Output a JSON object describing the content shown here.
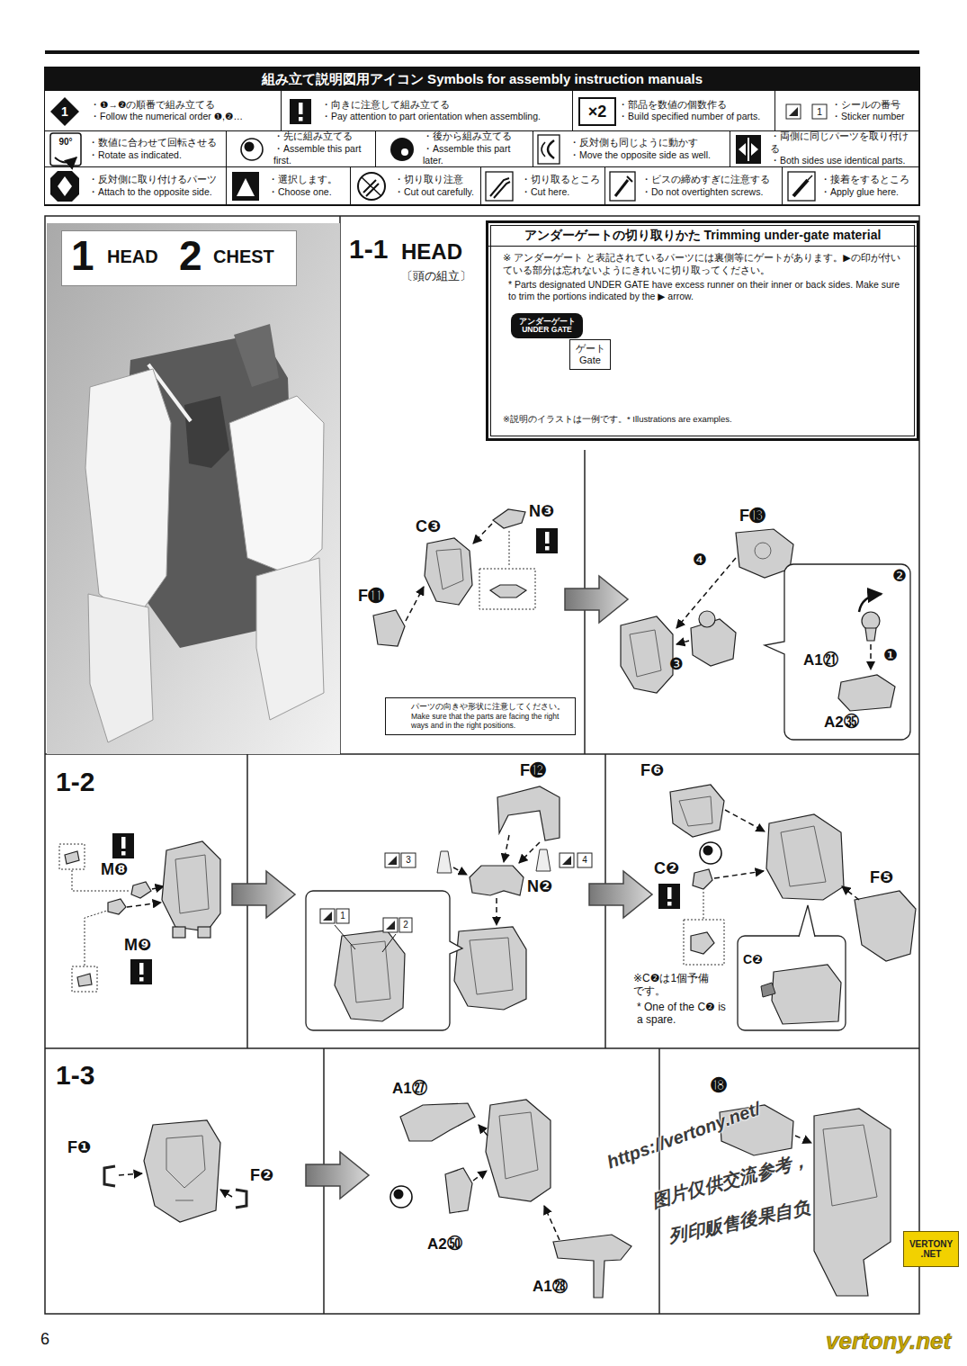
{
  "diagram": {
    "nodes": [
      {
        "text": [
          "組み立て説明図用アイコン Symbols for assembly instruction manuals"
        ]
      },
      {
        "text": [
          "・❶→❷の順番で組み立てる",
          "・Follow the numerical order ❶,❷…"
        ],
        "in": 0
      },
      {
        "text": [
          "・向きに注意して組み立てる",
          "・Pay attention to part orientation when assembling."
        ],
        "in": 0
      },
      {
        "text": [
          "・部品を数値の個数作る",
          "・Build specified number of parts."
        ],
        "in": 0
      },
      {
        "text": [
          "・シールの番号",
          "・Sticker number"
        ],
        "in": 0
      },
      {
        "text": [
          "・数値に合わせて回転させる",
          "・Rotate as indicated."
        ],
        "in": 0
      },
      {
        "text": [
          "・先に組み立てる",
          "・Assemble this part first."
        ],
        "in": 0
      },
      {
        "text": [
          "・後から組み立てる",
          "・Assemble this part later."
        ],
        "in": 0
      },
      {
        "text": [
          "・反対側も同じように動かす",
          "・Move the opposite side as well."
        ],
        "in": 0
      },
      {
        "text": [
          "・両側に同じパーツを取り付ける",
          "・Both sides use identical parts."
        ],
        "in": 0
      },
      {
        "text": [
          "・反対側に取り付けるパーツ",
          "・Attach to the opposite side."
        ],
        "in": 0
      },
      {
        "text": [
          "・選択します。",
          "・Choose one."
        ],
        "in": 0
      },
      {
        "text": [
          "・切り取り注意",
          "・Cut out carefully."
        ],
        "in": 0
      },
      {
        "text": [
          "・切り取るところ",
          "・Cut here."
        ],
        "in": 0
      },
      {
        "text": [
          "・ビスの締めすぎに注意する",
          "・Do not overtighten screws."
        ],
        "in": 0
      },
      {
        "text": [
          "・接着をするところ",
          "・Apply glue here."
        ],
        "in": 0
      },
      {
        "text": [
          "1",
          "HEAD",
          "2",
          "CHEST"
        ]
      },
      {
        "text": [
          "アンダーゲートの切り取りかた Trimming under-gate material",
          "※ アンダーゲート と表記されているパーツには裏側等にゲートがあります。▶の印が付いている部分は忘れないようにきれいに切り取ってください。",
          "* Parts designated UNDER GATE have excess runner on their inner or back sides. Make sure to trim the portions indicated by the ▶ arrow.",
          "※説明のイラストは一例です。* Illustrations are examples."
        ]
      },
      {
        "text": [
          "アンダーゲート UNDER GATE"
        ],
        "in": 17
      },
      {
        "text": [
          "ゲート Gate"
        ],
        "in": 17
      },
      {
        "text": [
          "パーツの向きや形状に注意してください。",
          "Make sure that the parts are facing the right ways and in the right positions."
        ]
      },
      {
        "text": [
          "VERTONY .NET"
        ]
      }
    ],
    "labels": [
      "1",
      "×2",
      "1",
      "90°",
      "1-1",
      "HEAD",
      "〔頭の組立〕",
      "C❸",
      "N❸",
      "F⓫",
      "F⓭",
      "❹",
      "❸",
      "A1㉑",
      "❷",
      "❶",
      "A2㉟",
      "1-2",
      "M❽",
      "M❾",
      "F⓬",
      "3",
      "4",
      "N❷",
      "1",
      "2",
      "F❻",
      "C❷",
      "F❺",
      "※C❷は1個予備です。",
      "* One of the C❷ is a spare.",
      "C❷",
      "1-3",
      "F❶",
      "F❷",
      "A1㉗",
      "A2㊿",
      "A1㉘",
      "⓲",
      "6",
      "https://vertony.net/",
      "图片仅供交流参考，",
      "列印贩售後果自负",
      "vertony.net"
    ]
  }
}
